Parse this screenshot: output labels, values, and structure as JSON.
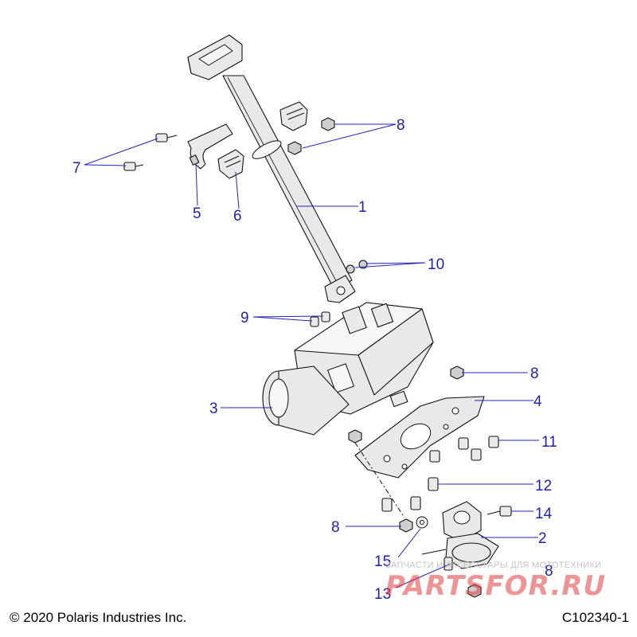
{
  "callouts": [
    {
      "id": "1",
      "label": "1"
    },
    {
      "id": "2",
      "label": "2"
    },
    {
      "id": "3",
      "label": "3"
    },
    {
      "id": "4",
      "label": "4"
    },
    {
      "id": "5",
      "label": "5"
    },
    {
      "id": "6",
      "label": "6"
    },
    {
      "id": "7",
      "label": "7"
    },
    {
      "id": "8",
      "label": "8"
    },
    {
      "id": "9",
      "label": "9"
    },
    {
      "id": "10",
      "label": "10"
    },
    {
      "id": "11",
      "label": "11"
    },
    {
      "id": "12",
      "label": "12"
    },
    {
      "id": "13",
      "label": "13"
    },
    {
      "id": "14",
      "label": "14"
    },
    {
      "id": "15",
      "label": "15"
    }
  ],
  "footer": {
    "copyright": "© 2020 Polaris Industries Inc.",
    "drawing_id": "C102340-1"
  },
  "watermark": {
    "caption": "ЗАПЧАСТИ И АКСЕССУАРЫ ДЛЯ МОТОТЕХНИКИ",
    "logo": "PARTSFOR.RU"
  },
  "colors": {
    "callout": "#1f1fb0",
    "leader": "#2323b8",
    "watermark_logo": "#e13c3c"
  }
}
